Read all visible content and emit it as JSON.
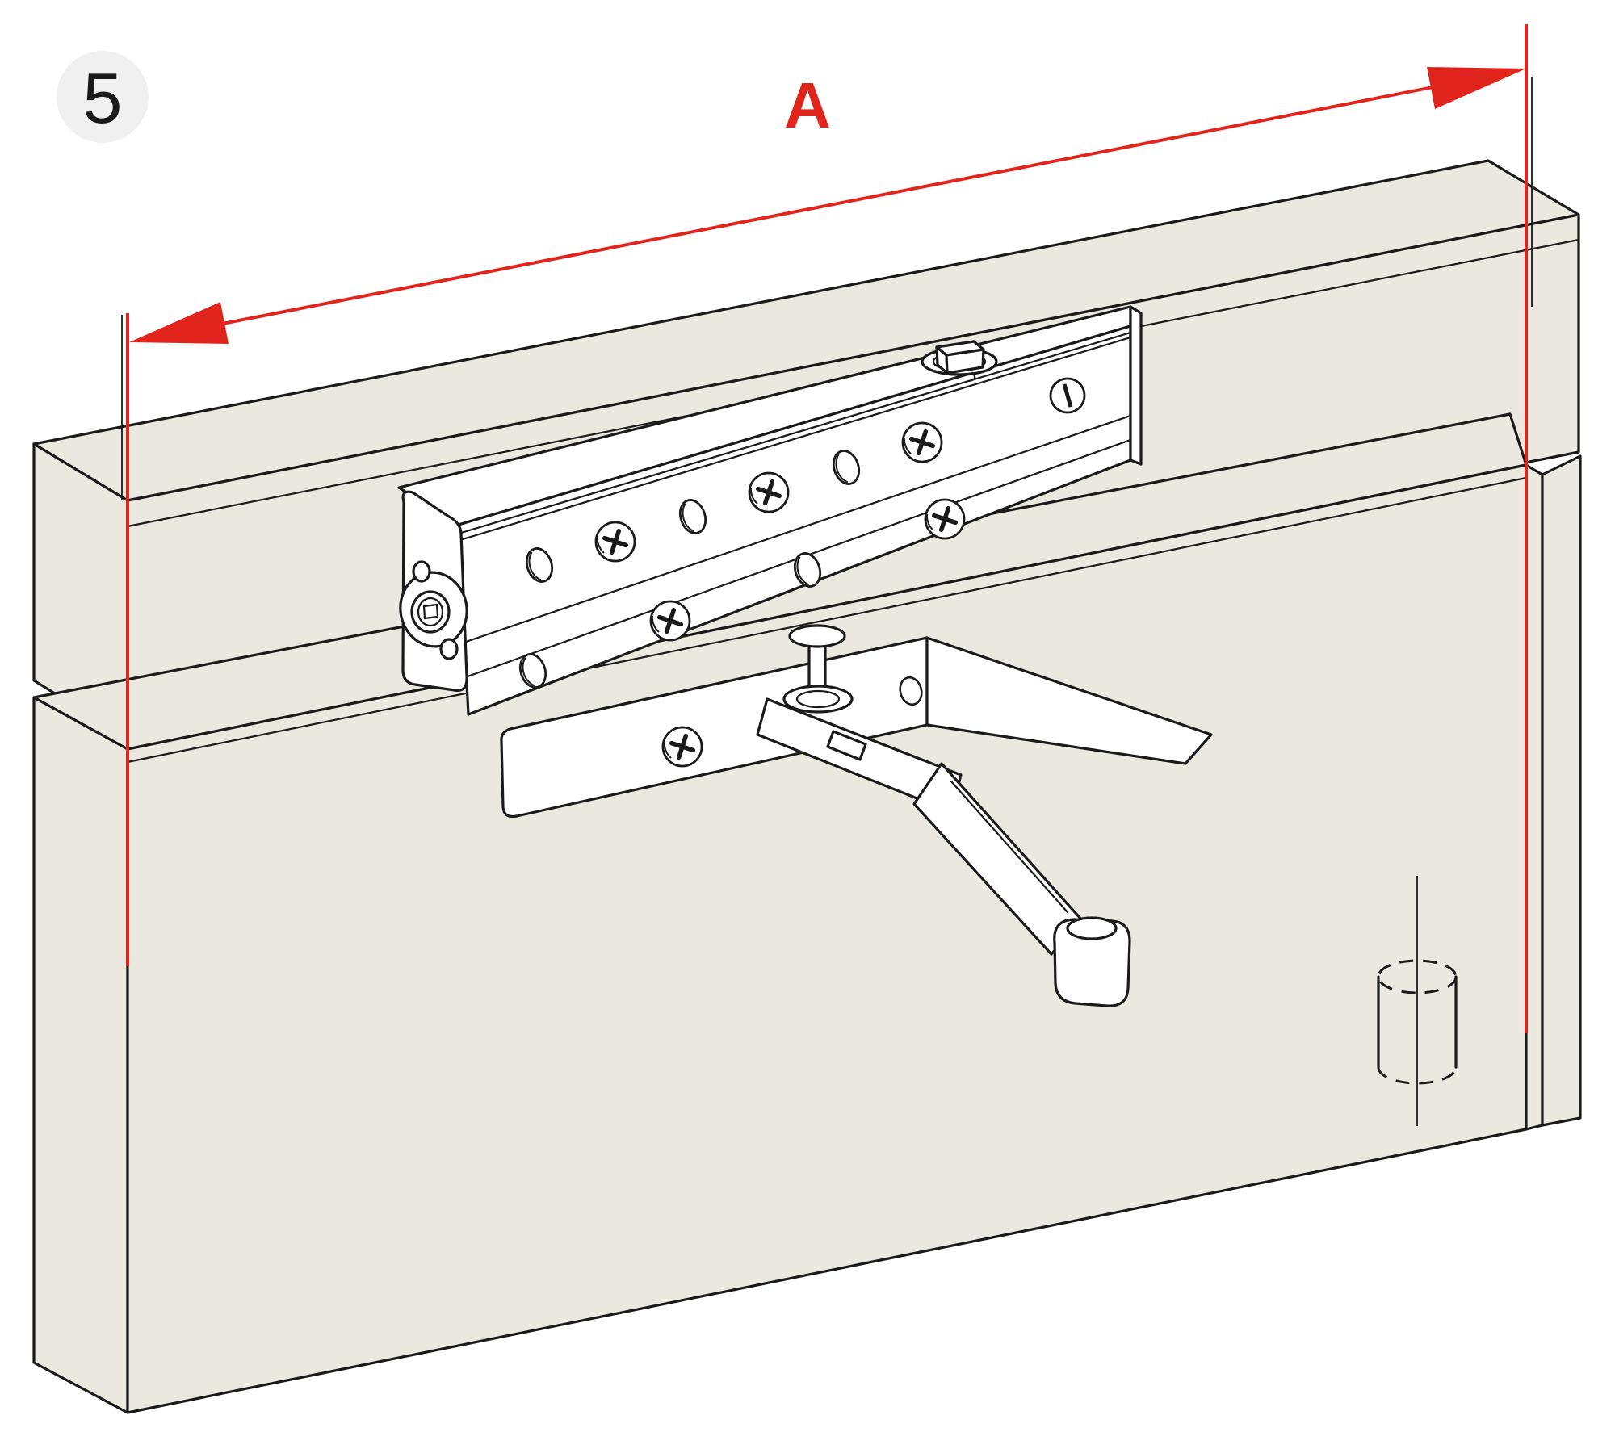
{
  "figure": {
    "type": "door-closer-installation-step",
    "step_badge": "5",
    "dimension_label": "A",
    "colors": {
      "dimension_red": "#E2251C",
      "surface_beige": "#EAE8DF",
      "outline_black": "#1A1A1A",
      "badge_background": "#F0F0F0",
      "hardware_white": "#FFFFFF"
    },
    "elements": {
      "frame_header": "door frame header",
      "door_leaf": "door leaf",
      "door_frame_jamb": "door frame jamb",
      "closer_body": "door closer body",
      "closer_arm": "door closer arm",
      "arm_shoe": "arm shoe",
      "mounting_plate": "arm mounting plate",
      "pinion_nut": "pinion spindle nut",
      "valve_end_cap": "end cap with valve",
      "drill_marker": "drill hole position marker",
      "dimension_A": "overall frame width dimension"
    }
  }
}
